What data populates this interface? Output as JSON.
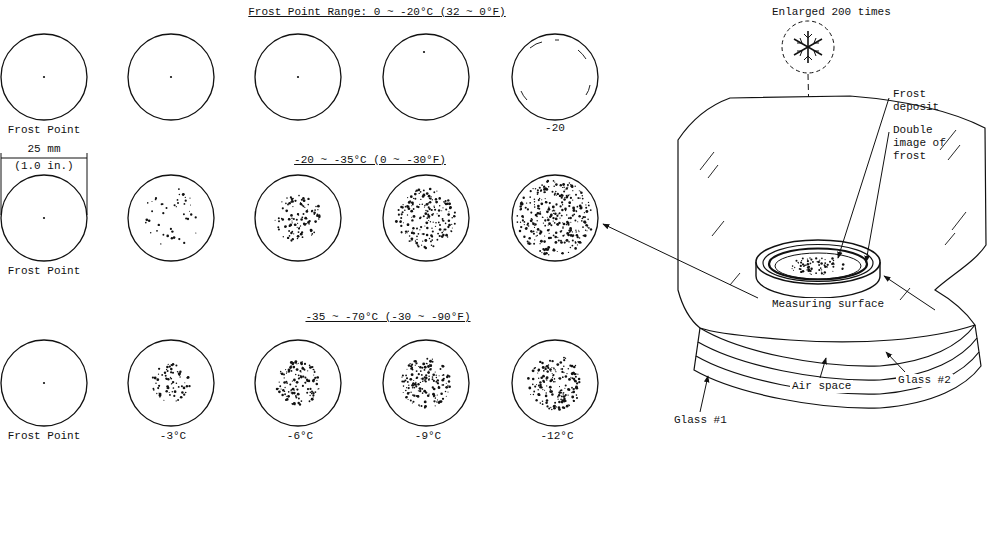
{
  "diagram": {
    "labels": [
      "Frost Point Range: 0 ~ -20°C (32 ~ 0°F)",
      "Frost Point",
      "-20",
      "25 mm",
      "(1.0 in.)",
      "-20 ~ -35°C (0 ~ -30°F)",
      "Frost Point",
      "-35 ~ -70°C (-30 ~ -90°F)",
      "Frost Point",
      "-3°C",
      "-6°C",
      "-9°C",
      "-12°C",
      "Enlarged 200 times",
      "Frost deposit",
      "Double image of frost",
      "Measuring surface",
      "Air space",
      "Glass #2",
      "Glass #1"
    ]
  }
}
